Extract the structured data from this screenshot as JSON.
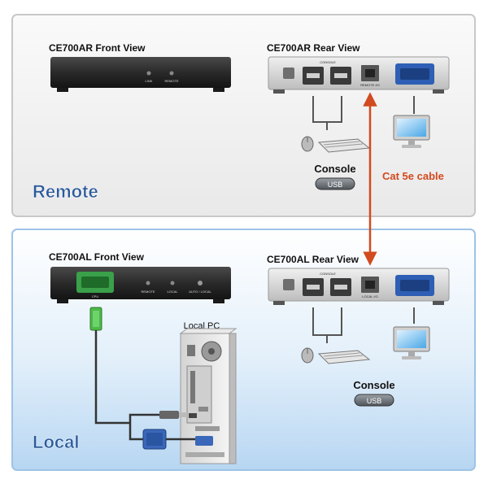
{
  "remote": {
    "front_title": "CE700AR Front View",
    "rear_title": "CE700AR Rear View",
    "panel_label": "Remote",
    "front_leds": [
      "LINK",
      "REMOTE"
    ],
    "console_label": "Console",
    "usb_badge": "USB",
    "port_label": "CONSOLE",
    "rj45_label": "REMOTE I/O"
  },
  "local": {
    "front_title": "CE700AL Front View",
    "rear_title": "CE700AL Rear View",
    "panel_label": "Local",
    "front_leds": [
      "REMOTE",
      "LOCAL",
      "AUTO / LOCAL"
    ],
    "front_port": "CPU",
    "console_label": "Console",
    "usb_badge": "USB",
    "local_pc": "Local PC",
    "port_label": "CONSOLE",
    "rj45_label": "LOCAL I/O"
  },
  "cable_label": "Cat 5e cable",
  "colors": {
    "remote_bg": "#f2f2f2",
    "local_bg_top": "#ffffff",
    "local_bg_bottom": "#bcd9f3",
    "panel_label_blue": "#2b5a9b",
    "cable": "#d24a1f",
    "device": "#2c2c2c"
  }
}
